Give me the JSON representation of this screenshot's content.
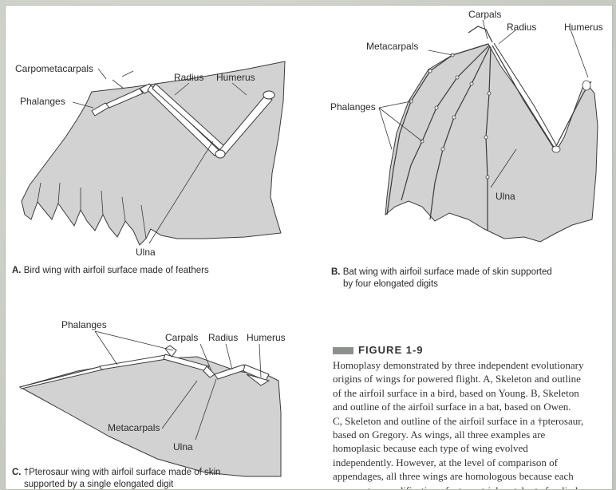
{
  "panels": {
    "bird": {
      "letter": "A.",
      "caption": "Bird wing with airfoil surface made of feathers",
      "labels": {
        "carpometacarpals": "Carpometacarpals",
        "phalanges": "Phalanges",
        "radius": "Radius",
        "humerus": "Humerus",
        "ulna": "Ulna"
      }
    },
    "bat": {
      "letter": "B.",
      "caption_line1": "Bat wing with airfoil surface made of skin supported",
      "caption_line2": "by four elongated digits",
      "labels": {
        "carpals": "Carpals",
        "radius": "Radius",
        "humerus": "Humerus",
        "metacarpals": "Metacarpals",
        "phalanges": "Phalanges",
        "ulna": "Ulna"
      }
    },
    "pterosaur": {
      "letter": "C.",
      "caption_line1": "†Pterosaur wing with airfoil surface made of skin",
      "caption_line2": "supported by a single elongated digit",
      "labels": {
        "phalanges": "Phalanges",
        "carpals": "Carpals",
        "radius": "Radius",
        "humerus": "Humerus",
        "metacarpals": "Metacarpals",
        "ulna": "Ulna"
      }
    }
  },
  "figure": {
    "title": "FIGURE 1-9",
    "lines": [
      "Homoplasy demonstrated by three independent evolutionary",
      "origins of wings for powered flight. A, Skeleton and outline",
      "of the airfoil surface in a bird, based on Young. B, Skeleton",
      "and outline of the airfoil surface in a bat, based on Owen.",
      "C, Skeleton and outline of the airfoil surface in a †pterosaur,",
      "based on Gregory. As wings, all three examples are",
      "homoplasic because each type of wing evolved",
      "independently. However, at the level of comparison of",
      "appendages, all three wings are homologous because each",
      "represents a modification of a terrestrial vertebrate forelimb."
    ]
  },
  "colors": {
    "membrane": "#d2d2d2",
    "bone": "#ffffff",
    "line": "#3a3a3a"
  }
}
